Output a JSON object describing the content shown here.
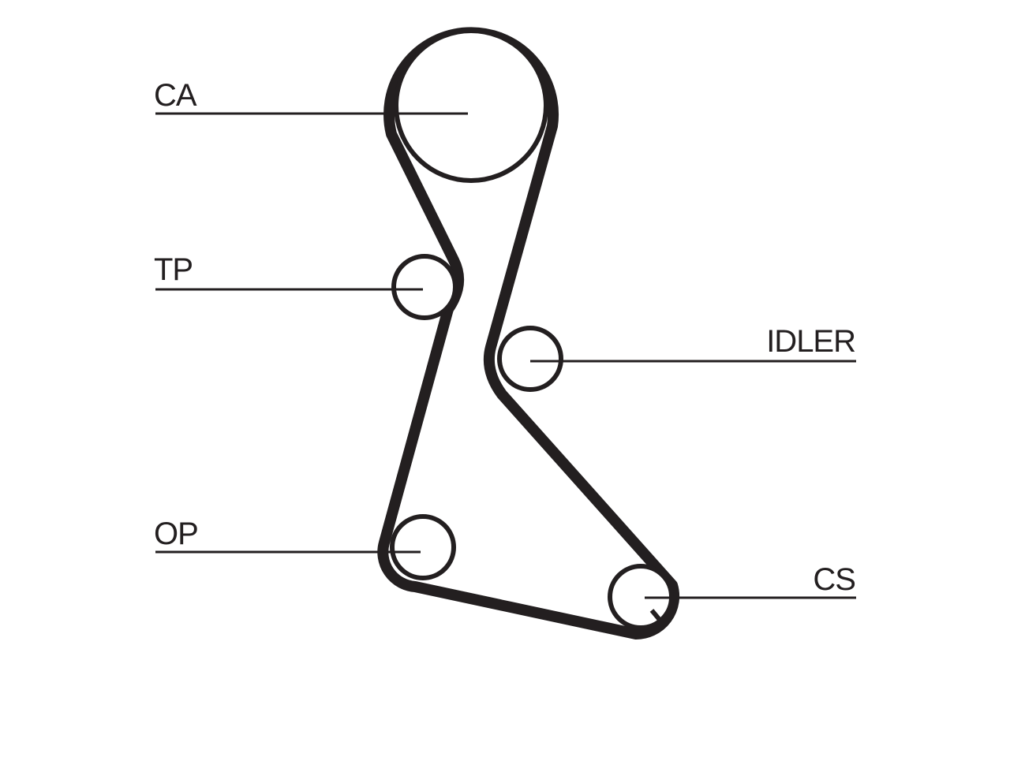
{
  "labels": {
    "ca": "CA",
    "tp": "TP",
    "idler": "IDLER",
    "op": "OP",
    "cs": "CS"
  },
  "colors": {
    "ink": "#231f20",
    "background": "#ffffff"
  }
}
